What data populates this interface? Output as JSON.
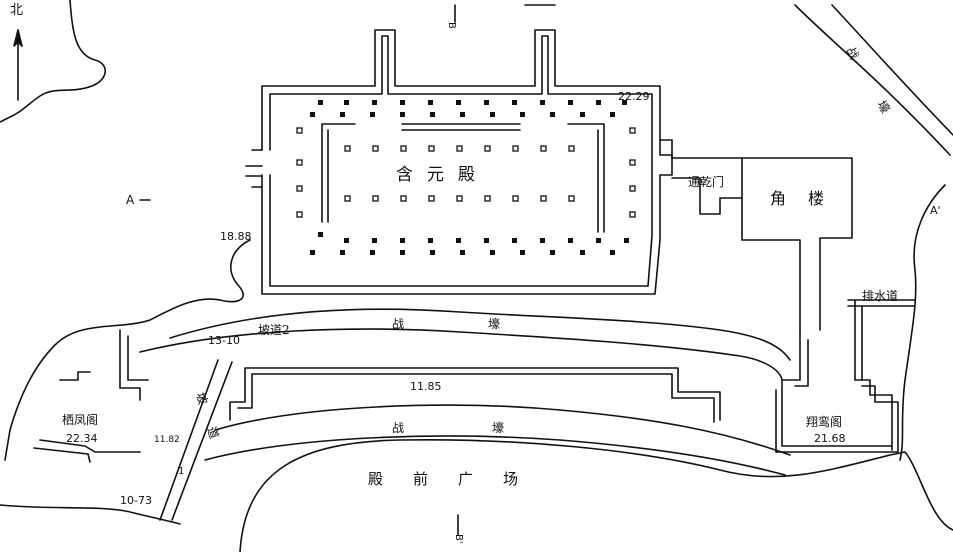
{
  "labels": {
    "north": "北",
    "hanyuan_hall": "含元殿",
    "zhanhao_top_right": "战壕",
    "jiaolou": "角楼",
    "tongqian_gate": "通乾门",
    "paishuidao": "排水道",
    "pogao2": "坡道2",
    "zhanhao_mid": "战壕",
    "zhanhao_lower": "战壕",
    "podao_left": "坡道",
    "qifeng_ge": "栖凤阁",
    "xiangluan_ge": "翔鸾阁",
    "dianqian_guangchang": "殿前广场"
  },
  "section_marks": {
    "a_left": "A",
    "a_right": "A'",
    "b_top": "B",
    "b_bottom": "B'"
  },
  "elevations": {
    "e_2229": "22.29",
    "e_1888": "18.88",
    "e_1310": "13-10",
    "e_1185": "11.85",
    "e_1182": "11.82",
    "e_2234": "22.34",
    "e_2168": "21.68",
    "e_1073": "10-73",
    "ramp_no": "1"
  }
}
